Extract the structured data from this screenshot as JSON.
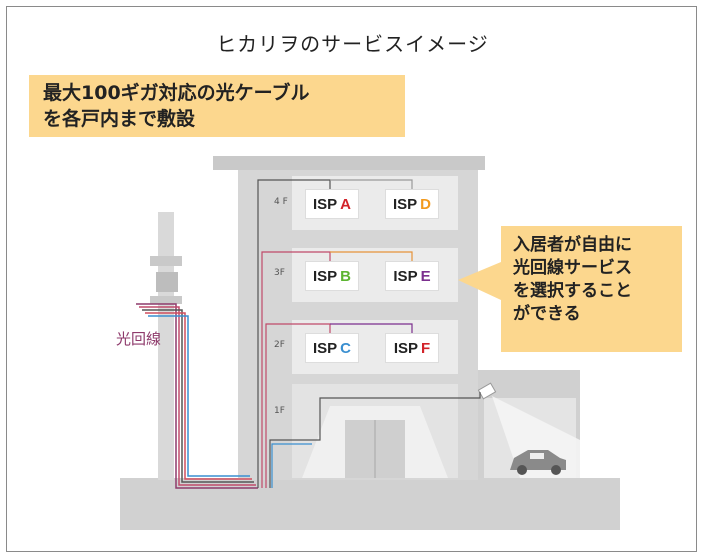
{
  "title": "ヒカリヲのサービスイメージ",
  "headline": {
    "line1": "最大100ギガ対応の光ケーブル",
    "line2": "を各戸内まで敷設"
  },
  "side_note": {
    "lines": [
      "入居者が自由に",
      "光回線サービス",
      "を選択すること",
      "ができる"
    ]
  },
  "fiber_label": "光回線",
  "floors": [
    "4 F",
    "3F",
    "2F",
    "1F"
  ],
  "isps": [
    {
      "prefix": "ISP",
      "letter": "A",
      "color": "#d2232a"
    },
    {
      "prefix": "ISP",
      "letter": "D",
      "color": "#f29a1e"
    },
    {
      "prefix": "ISP",
      "letter": "B",
      "color": "#5cb531"
    },
    {
      "prefix": "ISP",
      "letter": "E",
      "color": "#7b2f8e"
    },
    {
      "prefix": "ISP",
      "letter": "C",
      "color": "#3a8fd0"
    },
    {
      "prefix": "ISP",
      "letter": "F",
      "color": "#d2232a"
    }
  ],
  "colors": {
    "callout": "#fcd78e",
    "building": "#d3d3d3",
    "fiber": "#8e3a6b"
  }
}
